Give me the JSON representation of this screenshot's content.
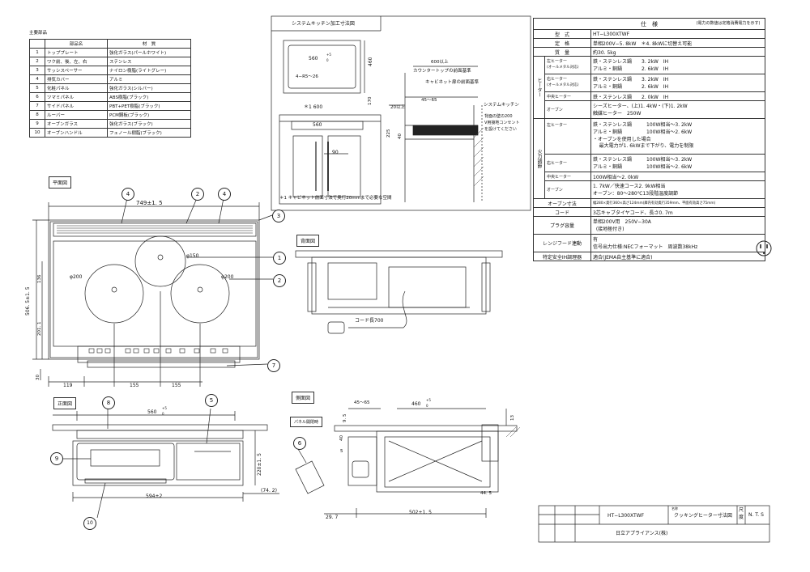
{
  "parts_section_title": "主要部品",
  "parts_headers": {
    "name": "部品名",
    "material": "材　質"
  },
  "parts": [
    {
      "no": "1",
      "name": "トッププレート",
      "material": "強化ガラス(パールホワイト)"
    },
    {
      "no": "2",
      "name": "ワク前、後、左、右",
      "material": "ステンレス"
    },
    {
      "no": "3",
      "name": "サッシスペーサー",
      "material": "ナイロン樹脂(ライトグレー)"
    },
    {
      "no": "4",
      "name": "排気カバー",
      "material": "アルミ"
    },
    {
      "no": "5",
      "name": "化粧パネル",
      "material": "強化ガラス(シルバー)"
    },
    {
      "no": "6",
      "name": "ツマミパネル",
      "material": "ABS樹脂(ブラック)"
    },
    {
      "no": "7",
      "name": "サイドパネル",
      "material": "PBT+PET樹脂(ブラック)"
    },
    {
      "no": "8",
      "name": "ルーバー",
      "material": "PCM鋼板(ブラック)"
    },
    {
      "no": "9",
      "name": "オーブンガラス",
      "material": "強化ガラス(ブラック)"
    },
    {
      "no": "10",
      "name": "オーブンハンドル",
      "material": "フェノール樹脂(ブラック)"
    }
  ],
  "cutout": {
    "title": "システムキッチン加工寸法図",
    "d560": "560",
    "tol_plus": "+5",
    "tol_zero": "0",
    "d460": "460",
    "r_label": "4−R5〜26",
    "d600": "600以上",
    "ct_front": "カウンタートップの前面基準",
    "cab_front": "キャビネット扉の前面基準",
    "d45_65": "45〜65",
    "d20": "20以上",
    "d170": "170",
    "d1600": "＊1  600",
    "d560b": "560",
    "d90": "90",
    "d225": "225",
    "d40": "40",
    "sys_kitchen": "システムキッチン",
    "outlet1": "背面の壁の200",
    "outlet2": "V用接地コンセント",
    "outlet3": "を設けてください",
    "note": "＊1  キャビネット前面寸法で奥行20mmまで必要な空間"
  },
  "spec": {
    "title": "仕　様",
    "note": "(電力の数値は定格消費電力を示す)",
    "model_label": "型　式",
    "model": "HT−L300XTWF",
    "rating_label": "定　格",
    "rating": "単相200V−5. 8kW　＊4. 8kWに切替え可能",
    "mass_label": "質　量",
    "mass": "約30. 5kg",
    "heater_group": "ヒーター",
    "left_heater": "左ヒーター",
    "all_metal": "(オールメタル対応)",
    "lh_1": "鉄・ステンレス鍋　　3. 2kW　IH",
    "lh_2": "アルミ・銅鍋　　　　2. 6kW　IH",
    "right_heater": "右ヒーター",
    "rh_1": "鉄・ステンレス鍋　　3. 2kW　IH",
    "rh_2": "アルミ・銅鍋　　　　2. 6kW　IH",
    "center_heater": "中央ヒーター",
    "ch_1": "鉄・ステンレス鍋　　2. 0kW　IH",
    "oven": "オーブン",
    "ov_1": "シーズヒーター、(上)1. 4kW・(下)1. 2kW",
    "ov_2": "触媒ヒーター　250W",
    "fire_group": "火力調節",
    "fl_1": "鉄・ステンレス鍋　　　100W相当〜3. 2kW",
    "fl_2": "アルミ・銅鍋　　　　　100W相当〜2. 6kW",
    "fl_3": "・オーブンを使用した場合",
    "fl_4": "最大電力が1. 6kWまで下がり、電力を制限",
    "fr_1": "鉄・ステンレス鍋　　　100W相当〜3. 2kW",
    "fr_2": "アルミ・銅鍋　　　　　100W相当〜2. 6kW",
    "fc_1": "100W相当〜2. 0kW",
    "fo_1": "1. 7kW／快速コース2. 9kW相当",
    "fo_2": "オーブン：80〜280℃13段階温度調節",
    "oven_dim_label": "オーブン寸法",
    "oven_dim": "幅280×奥行360×高さ124mm(庫内有効奥行359mm、平面有効高さ75mm)",
    "cord_label": "コード",
    "cord": "3芯キャブタイヤコード、長さ0. 7m",
    "plug_label": "プラグ容量",
    "plug_1": "単相200V用　250V−30A",
    "plug_2": "(接地極付き)",
    "hood_label": "レンジフード連動",
    "hood_1": "有",
    "hood_2": "信号出力仕様:NECフォーマット　周波数38kHz",
    "safety_label": "特定安全IH調理器",
    "safety": "適合(JEMA自主基準に適合)"
  },
  "plan": {
    "title": "平面図",
    "w749": "749±1. 5",
    "d150": "φ150",
    "d200l": "φ200",
    "d200r": "φ200",
    "v506": "506. 5±1. 5",
    "v136": "136",
    "v201": "201. 1",
    "v30": "30",
    "h119": "119",
    "h155a": "155",
    "h155b": "155"
  },
  "back": {
    "title": "背面図",
    "cord": "コード長700"
  },
  "front": {
    "title": "正面図",
    "d560": "560",
    "tol_plus": "+5",
    "tol_zero": "0",
    "d220": "220±1. 5",
    "d594": "594±2",
    "d742": "(74. 2)"
  },
  "side": {
    "title": "側面図",
    "panel": "パネル開閉時",
    "d45_65": "45〜65",
    "d460": "460",
    "tol_plus": "+5",
    "tol_zero": "0",
    "d95": "9. 5",
    "d13": "13",
    "d40": "40",
    "d5": "5",
    "d445": "44. 5",
    "d297": "29. 7",
    "d502": "502±1. 5"
  },
  "title_block": {
    "model": "HT−L300XTWF",
    "name_small": "名称",
    "name": "クッキングヒーター寸法図",
    "scale_label1": "尺",
    "scale_label2": "度",
    "scale": "N. T. S",
    "company": "日立アプライアンス(株)"
  },
  "callouts": [
    "1",
    "2",
    "3",
    "4",
    "5",
    "6",
    "7",
    "8",
    "9",
    "10"
  ]
}
